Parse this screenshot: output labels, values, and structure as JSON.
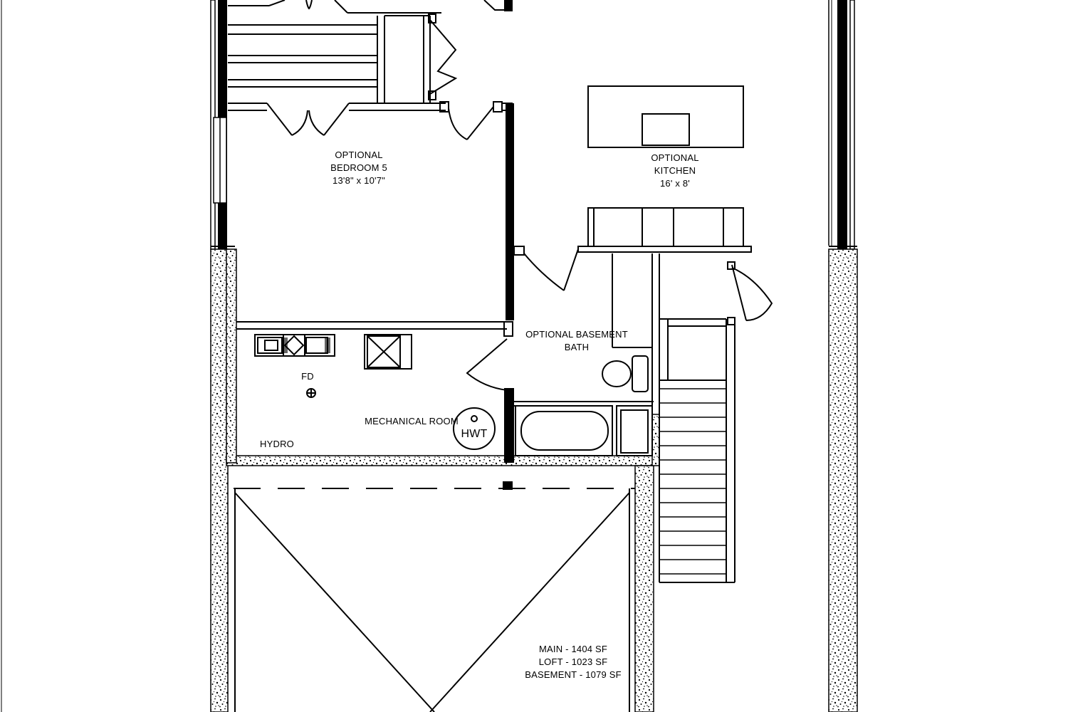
{
  "rooms": {
    "bedroom": {
      "line1": "OPTIONAL",
      "line2": "BEDROOM 5",
      "dims": "13'8\" x 10'7\""
    },
    "kitchen": {
      "line1": "OPTIONAL",
      "line2": "KITCHEN",
      "dims": "16' x 8'"
    },
    "bath": {
      "line1": "OPTIONAL BASEMENT",
      "line2": "BATH"
    },
    "mechanical": {
      "label": "MECHANICAL ROOM"
    }
  },
  "fixtures": {
    "floor_drain": "FD",
    "hot_water_tank": "HWT",
    "hydro": "HYDRO"
  },
  "areas": {
    "main": "MAIN - 1404 SF",
    "loft": "LOFT - 1023 SF",
    "basement": "BASEMENT - 1079 SF"
  }
}
